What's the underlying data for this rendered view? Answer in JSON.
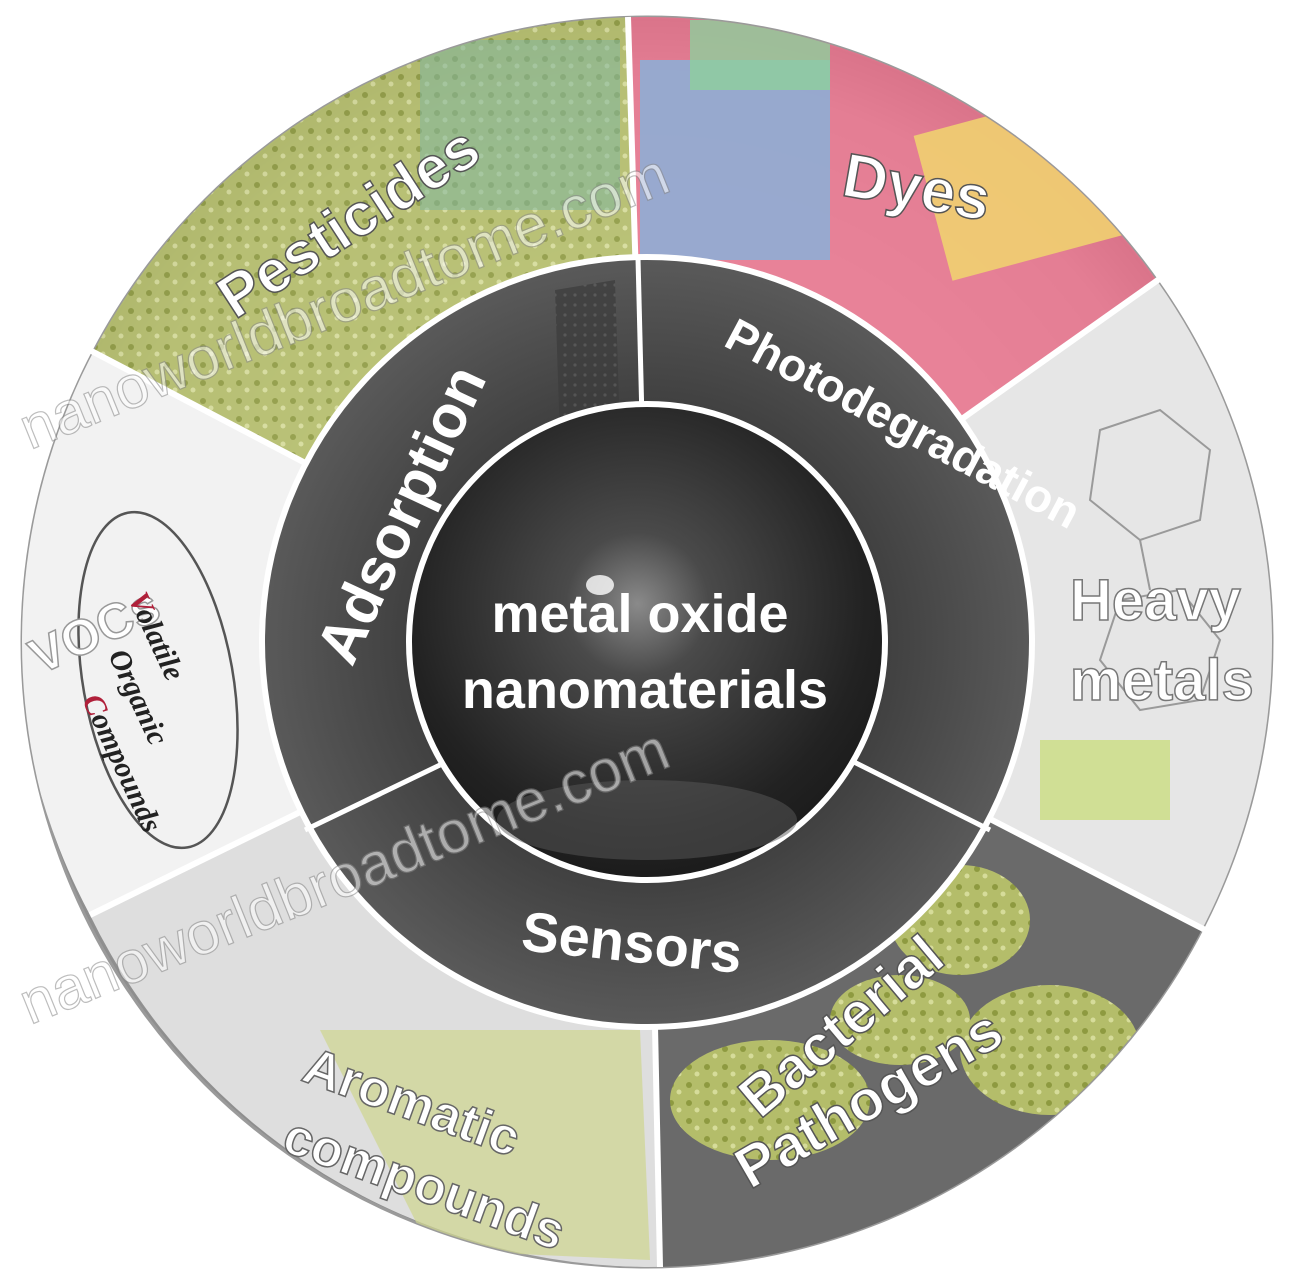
{
  "center": {
    "line1": "metal oxide",
    "line2": "nanomaterials"
  },
  "techniques": {
    "adsorption": "Adsorption",
    "photodegradation": "Photodegradation",
    "sensors": "Sensors"
  },
  "pollutants": {
    "pesticides": "Pesticides",
    "dyes": "Dyes",
    "heavy_metals_1": "Heavy",
    "heavy_metals_2": "metals",
    "pathogens_1": "Bacterial",
    "pathogens_2": "Pathogens",
    "aromatic_1": "Aromatic",
    "aromatic_2": "compounds",
    "voc": {
      "v_letter": "V",
      "v_rest": "olatile",
      "o_letter": "O",
      "o_rest": "rganic",
      "c_letter": "C",
      "c_rest": "ompounds",
      "acronym": "VOCs"
    }
  },
  "watermark": "nanoworldbroadtome.com",
  "colors": {
    "dark_ring": "#4a4a4a",
    "core": "#2a2a2a",
    "voc_accent": "#b0203a",
    "pesticide_green": "#b8c46a",
    "dye_pink": "#e8708a",
    "dye_yellow": "#f0d070",
    "dye_blue": "#8ab0d8",
    "pathogen_green": "#c8d47a"
  }
}
